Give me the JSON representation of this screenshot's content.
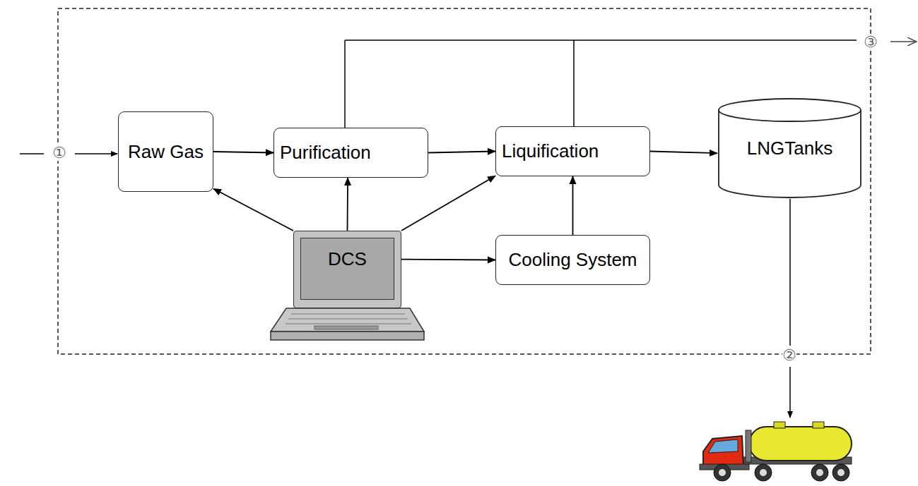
{
  "diagram": {
    "nodes": [
      {
        "text": [
          "Raw Gas"
        ]
      },
      {
        "text": [
          "Purification"
        ]
      },
      {
        "text": [
          "Liquification"
        ]
      },
      {
        "text": [
          "LNGTanks"
        ]
      },
      {
        "text": [
          "DCS"
        ]
      },
      {
        "text": [
          "Cooling System"
        ]
      }
    ],
    "edges": [
      {
        "from": 0,
        "to": 1,
        "arrow": "to"
      },
      {
        "from": 1,
        "to": 2,
        "arrow": "to"
      },
      {
        "from": 2,
        "to": 3,
        "arrow": "to"
      },
      {
        "from": 4,
        "to": 0,
        "arrow": "to"
      },
      {
        "from": 4,
        "to": 1,
        "arrow": "to"
      },
      {
        "from": 4,
        "to": 2,
        "arrow": "to"
      },
      {
        "from": 4,
        "to": 5,
        "arrow": "to"
      },
      {
        "from": 5,
        "to": 2,
        "arrow": "to"
      }
    ],
    "labels": [
      "①",
      "②",
      "③"
    ]
  }
}
